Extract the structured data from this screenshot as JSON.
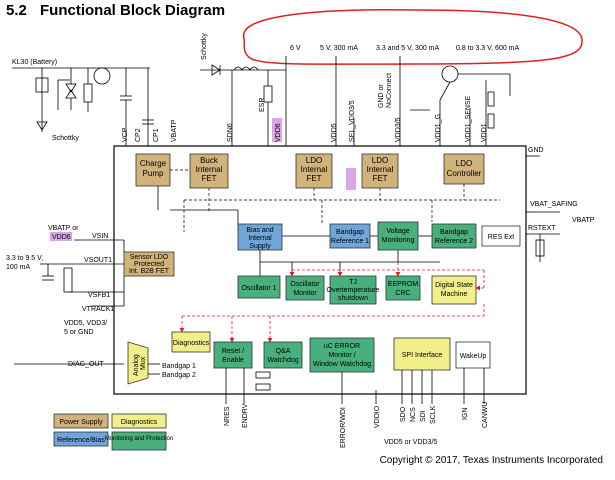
{
  "heading": {
    "number": "5.2",
    "title": "Functional Block Diagram"
  },
  "copyright": "Copyright © 2017, Texas Instruments Incorporated",
  "colors": {
    "power_supply": "#d1b27a",
    "diagnostics": "#f2ee8a",
    "reference_bias": "#6fa5d8",
    "monitoring_protection": "#48b07c",
    "highlight_ring": "#e02020",
    "vdd6_highlight": "#d9a6e8",
    "feedback_arrow": "#e02020"
  },
  "annotations": {
    "out_6v": "6 V",
    "out_5v": "5 V, 300 mA",
    "out_3v3": "3.3 and 5 V, 300 mA",
    "out_lp": "0.8 to 3.3 V, 600 mA"
  },
  "blocks": {
    "charge_pump": [
      "Charge",
      "Pump"
    ],
    "buck_fet": [
      "Buck",
      "Internal",
      "FET"
    ],
    "ldo_fet_1": [
      "LDO",
      "Internal",
      "FET"
    ],
    "ldo_fet_2": [
      "LDO",
      "Internal",
      "FET"
    ],
    "ldo_controller": [
      "LDO",
      "Controller"
    ],
    "bias": [
      "Bias and",
      "Internal",
      "Supply"
    ],
    "bandgap_1": [
      "Bandgap",
      "Reference 1"
    ],
    "voltage_monitoring": [
      "Voltage",
      "Monitoring"
    ],
    "bandgap_2": [
      "Bandgap",
      "Reference 2"
    ],
    "res_ext": "RES Ext",
    "sensor_ldo": [
      "Sensor LDO",
      "Protected",
      "Int. B2B FET"
    ],
    "oscillator_1": "Oscillator 1",
    "osc_monitor": [
      "Oscillator",
      "Monitor"
    ],
    "overtemp": [
      "TJ",
      "Overtemperature",
      "shutdown"
    ],
    "eeprom": [
      "EEPROM",
      "CRC"
    ],
    "digital_state": [
      "Digital State",
      "Machine"
    ],
    "diagnostics": "Diagnostics",
    "analog_mux": [
      "Analog",
      "Mux"
    ],
    "reset_enable": [
      "Reset /",
      "Enable"
    ],
    "qa_watchdog": [
      "Q&A",
      "Watchdog"
    ],
    "uc_error": [
      "uC ERROR",
      "Monitor /",
      "Window Watchdog"
    ],
    "spi": "SPI Interface",
    "wakeup": "WakeUp"
  },
  "pins": {
    "kl30": "KL30 (Battery)",
    "schottky_top": "Schottky",
    "schottky_left": "Schottky",
    "vcp": "VCP",
    "cp1": "CP1",
    "cp2": "CP2",
    "vbatp_top": "VBATP",
    "sdn6": "SDN6",
    "vdd6_top": "VDD6",
    "esr": "ESR",
    "vdd5": "VDD5",
    "sel_vdd3_5": "SEL_VDD3/5",
    "gnd_noconnect": [
      "GND or",
      "NoConnect"
    ],
    "vdd3_5": "VDD3/5",
    "vdd1_g": "VDD1_G",
    "vdd1_sense": "VDD1_SENSE",
    "vdd1": "VDD1",
    "gnd": "GND",
    "vbat_safing": "VBAT_SAFING",
    "vbatp_right": "VBATP",
    "rstext": "RSTEXT",
    "vbatp_or": "VBATP or",
    "vdd6_left": "VDD6",
    "vsin": "VSIN",
    "supply_range": [
      "3.3 to 9.5 V,",
      "100 mA"
    ],
    "vsout1": "VSOUT1",
    "vsfb1": "VSFB1",
    "vtrack1": "VTRACK1",
    "vdd_options": [
      "VDD5, VDD3/",
      "5 or GND"
    ],
    "bandgap1_in": "Bandgap 1",
    "bandgap2_in": "Bandgap 2",
    "diag_out": "DIAG_OUT",
    "nres": "NRES",
    "endrv": "ENDRV",
    "error_wdi": "ERROR/WDI",
    "vddio": "VDDIO",
    "sdo": "SDO",
    "ncs": "NCS",
    "sdi": "SDI",
    "sclk": "SCLK",
    "ign": "IGN",
    "canwu": "CANWU",
    "vdd5_or": "VDD5 or VDD3/5"
  },
  "legend": [
    {
      "label": "Power Supply",
      "color_key": "power_supply"
    },
    {
      "label": "Diagnostics",
      "color_key": "diagnostics"
    },
    {
      "label": "Reference/Bias",
      "color_key": "reference_bias"
    },
    {
      "label": "Monitoring and Protection",
      "color_key": "monitoring_protection"
    }
  ]
}
